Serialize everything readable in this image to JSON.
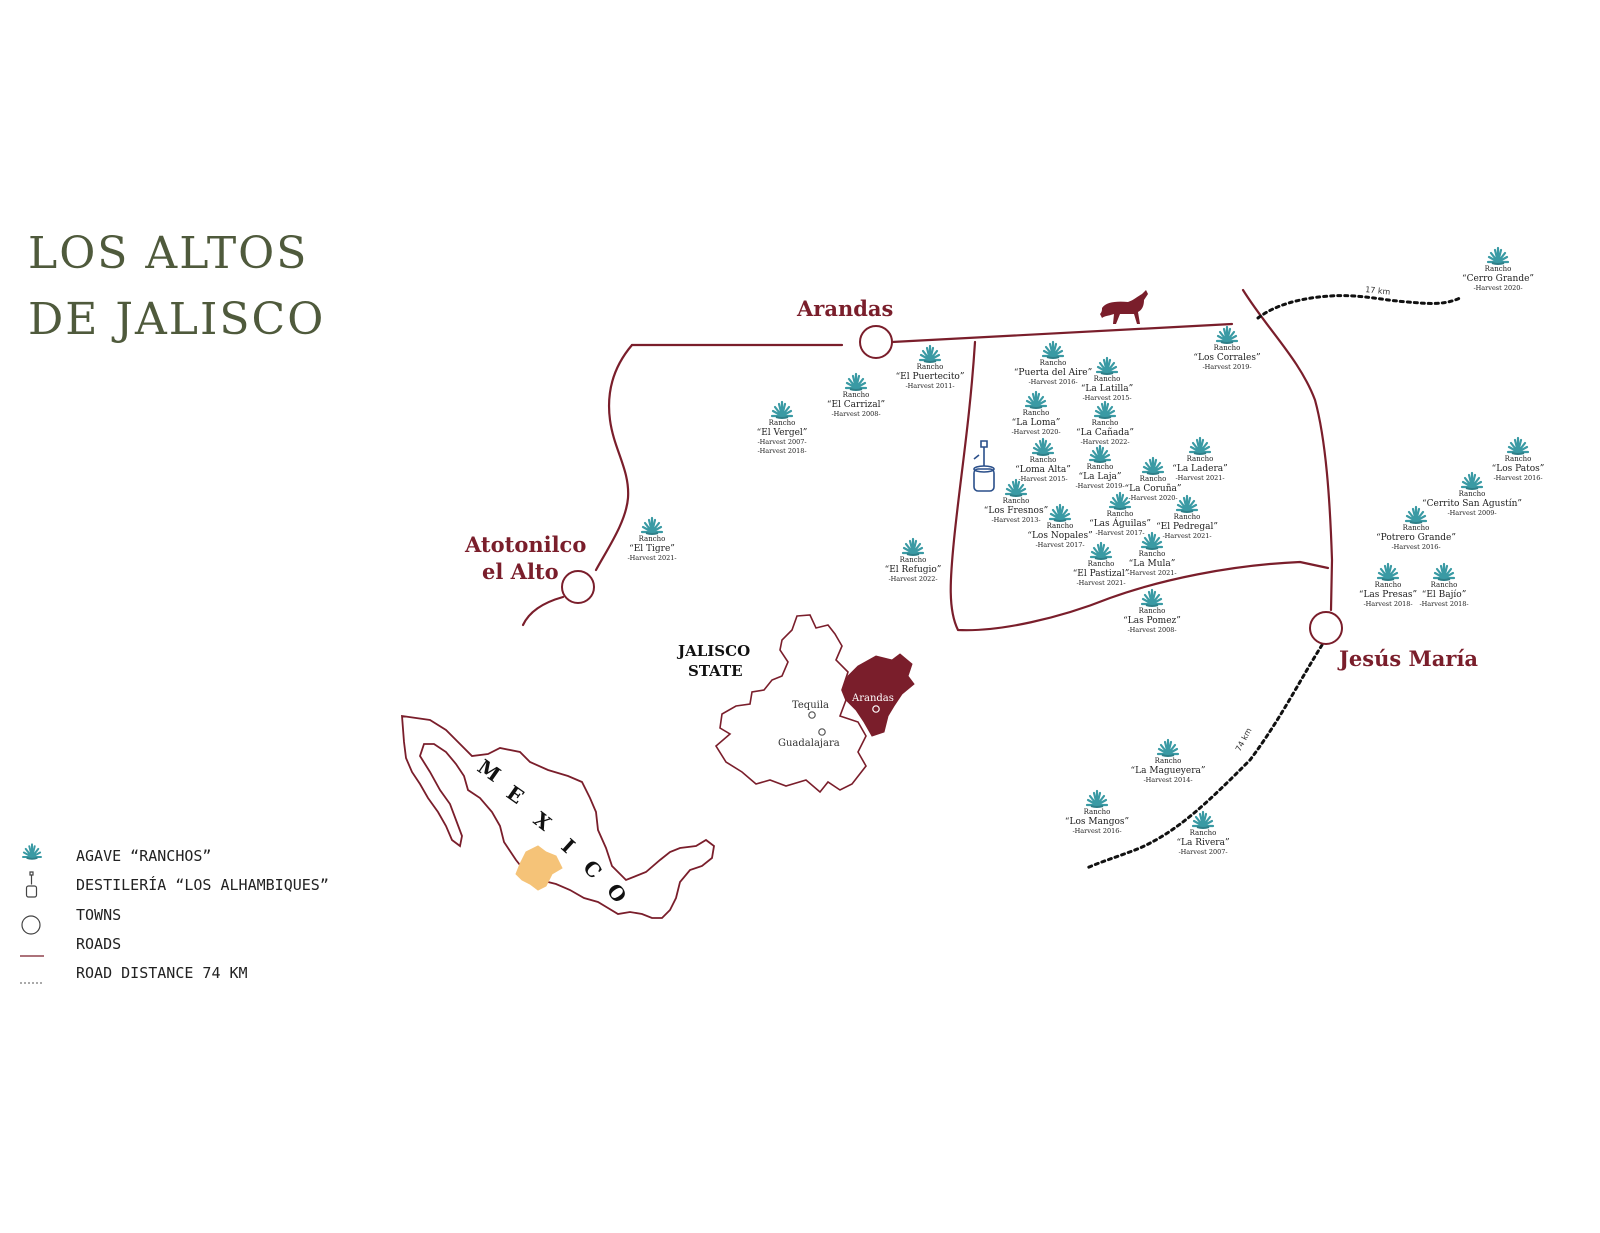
{
  "title": {
    "line1": "LOS ALTOS",
    "line2": "DE JALISCO"
  },
  "colors": {
    "road": "#7a1e2b",
    "agave": "#3a9aa4",
    "title": "#4f5a3c",
    "jalisco_in_mexico": "#f5c378",
    "arandas_region": "#7a1e2b"
  },
  "towns": {
    "arandas": "Arandas",
    "atotonilco_1": "Atotonilco",
    "atotonilco_2": "el Alto",
    "jesus_maria": "Jesús María"
  },
  "distances": {
    "north": "17 km",
    "south": "74 km"
  },
  "inset": {
    "state_1": "JALISCO",
    "state_2": "STATE",
    "arandas": "Arandas",
    "tequila": "Tequila",
    "guadalajara": "Guadalajara",
    "country_letters": [
      "M",
      "E",
      "X",
      "I",
      "C",
      "O"
    ]
  },
  "ranchos": [
    {
      "name": "“El Puertecito”",
      "harvest": [
        "-Harvest 2011-"
      ]
    },
    {
      "name": "“El Carrizal”",
      "harvest": [
        "-Harvest 2008-"
      ]
    },
    {
      "name": "“El Vergel”",
      "harvest": [
        "-Harvest 2007-",
        "-Harvest 2018-"
      ]
    },
    {
      "name": "“El Tigre”",
      "harvest": [
        "-Harvest 2021-"
      ]
    },
    {
      "name": "“El Refugio”",
      "harvest": [
        "-Harvest 2022-"
      ]
    },
    {
      "name": "“Puerta del Aire”",
      "harvest": [
        "-Harvest 2016-"
      ]
    },
    {
      "name": "“La Latilla”",
      "harvest": [
        "-Harvest 2015-"
      ]
    },
    {
      "name": "“Los Corrales”",
      "harvest": [
        "-Harvest 2019-"
      ]
    },
    {
      "name": "“Cerro Grande”",
      "harvest": [
        "-Harvest 2020-"
      ]
    },
    {
      "name": "“La Loma”",
      "harvest": [
        "-Harvest 2020-"
      ]
    },
    {
      "name": "“La Cañada”",
      "harvest": [
        "-Harvest 2022-"
      ]
    },
    {
      "name": "“Loma Alta”",
      "harvest": [
        "-Harvest 2015-"
      ]
    },
    {
      "name": "“La Laja”",
      "harvest": [
        "-Harvest 2019-"
      ]
    },
    {
      "name": "“La Coruña”",
      "harvest": [
        "-Harvest 2020-"
      ]
    },
    {
      "name": "“La Ladera”",
      "harvest": [
        "-Harvest 2021-"
      ]
    },
    {
      "name": "“Los Fresnos”",
      "harvest": [
        "-Harvest 2013-"
      ]
    },
    {
      "name": "“Las Águilas”",
      "harvest": [
        "-Harvest 2017-"
      ]
    },
    {
      "name": "“El Pedregal”",
      "harvest": [
        "-Harvest 2021-"
      ]
    },
    {
      "name": "“Los Nopales”",
      "harvest": [
        "-Harvest 2017-"
      ]
    },
    {
      "name": "“La Mula”",
      "harvest": [
        "-Harvest 2021-"
      ]
    },
    {
      "name": "“El Pastizal”",
      "harvest": [
        "-Harvest 2021-"
      ]
    },
    {
      "name": "“Las Pomez”",
      "harvest": [
        "-Harvest 2008-"
      ]
    },
    {
      "name": "“Los Patos”",
      "harvest": [
        "-Harvest 2016-"
      ]
    },
    {
      "name": "“Cerrito San Agustín”",
      "harvest": [
        "-Harvest 2009-"
      ]
    },
    {
      "name": "“Potrero Grande”",
      "harvest": [
        "-Harvest 2016-"
      ]
    },
    {
      "name": "“Las Presas”",
      "harvest": [
        "-Harvest 2018-"
      ]
    },
    {
      "name": "“El Bajío”",
      "harvest": [
        "-Harvest 2018-"
      ]
    },
    {
      "name": "“La Magueyera”",
      "harvest": [
        "-Harvest 2014-"
      ]
    },
    {
      "name": "“Los Mangos”",
      "harvest": [
        "-Harvest 2016-"
      ]
    },
    {
      "name": "“La Rivera”",
      "harvest": [
        "-Harvest 2007-"
      ]
    }
  ],
  "rancho_prefix": "Rancho",
  "legend": [
    {
      "icon": "agave-icon",
      "label": "AGAVE “RANCHOS”"
    },
    {
      "icon": "distillery-icon",
      "label": "DESTILERÍA “LOS ALHAMBIQUES”"
    },
    {
      "icon": "town-icon",
      "label": "TOWNS"
    },
    {
      "icon": "road-icon",
      "label": "ROADS"
    },
    {
      "icon": "dashed-road-icon",
      "label": "ROAD DISTANCE 74 KM"
    }
  ]
}
